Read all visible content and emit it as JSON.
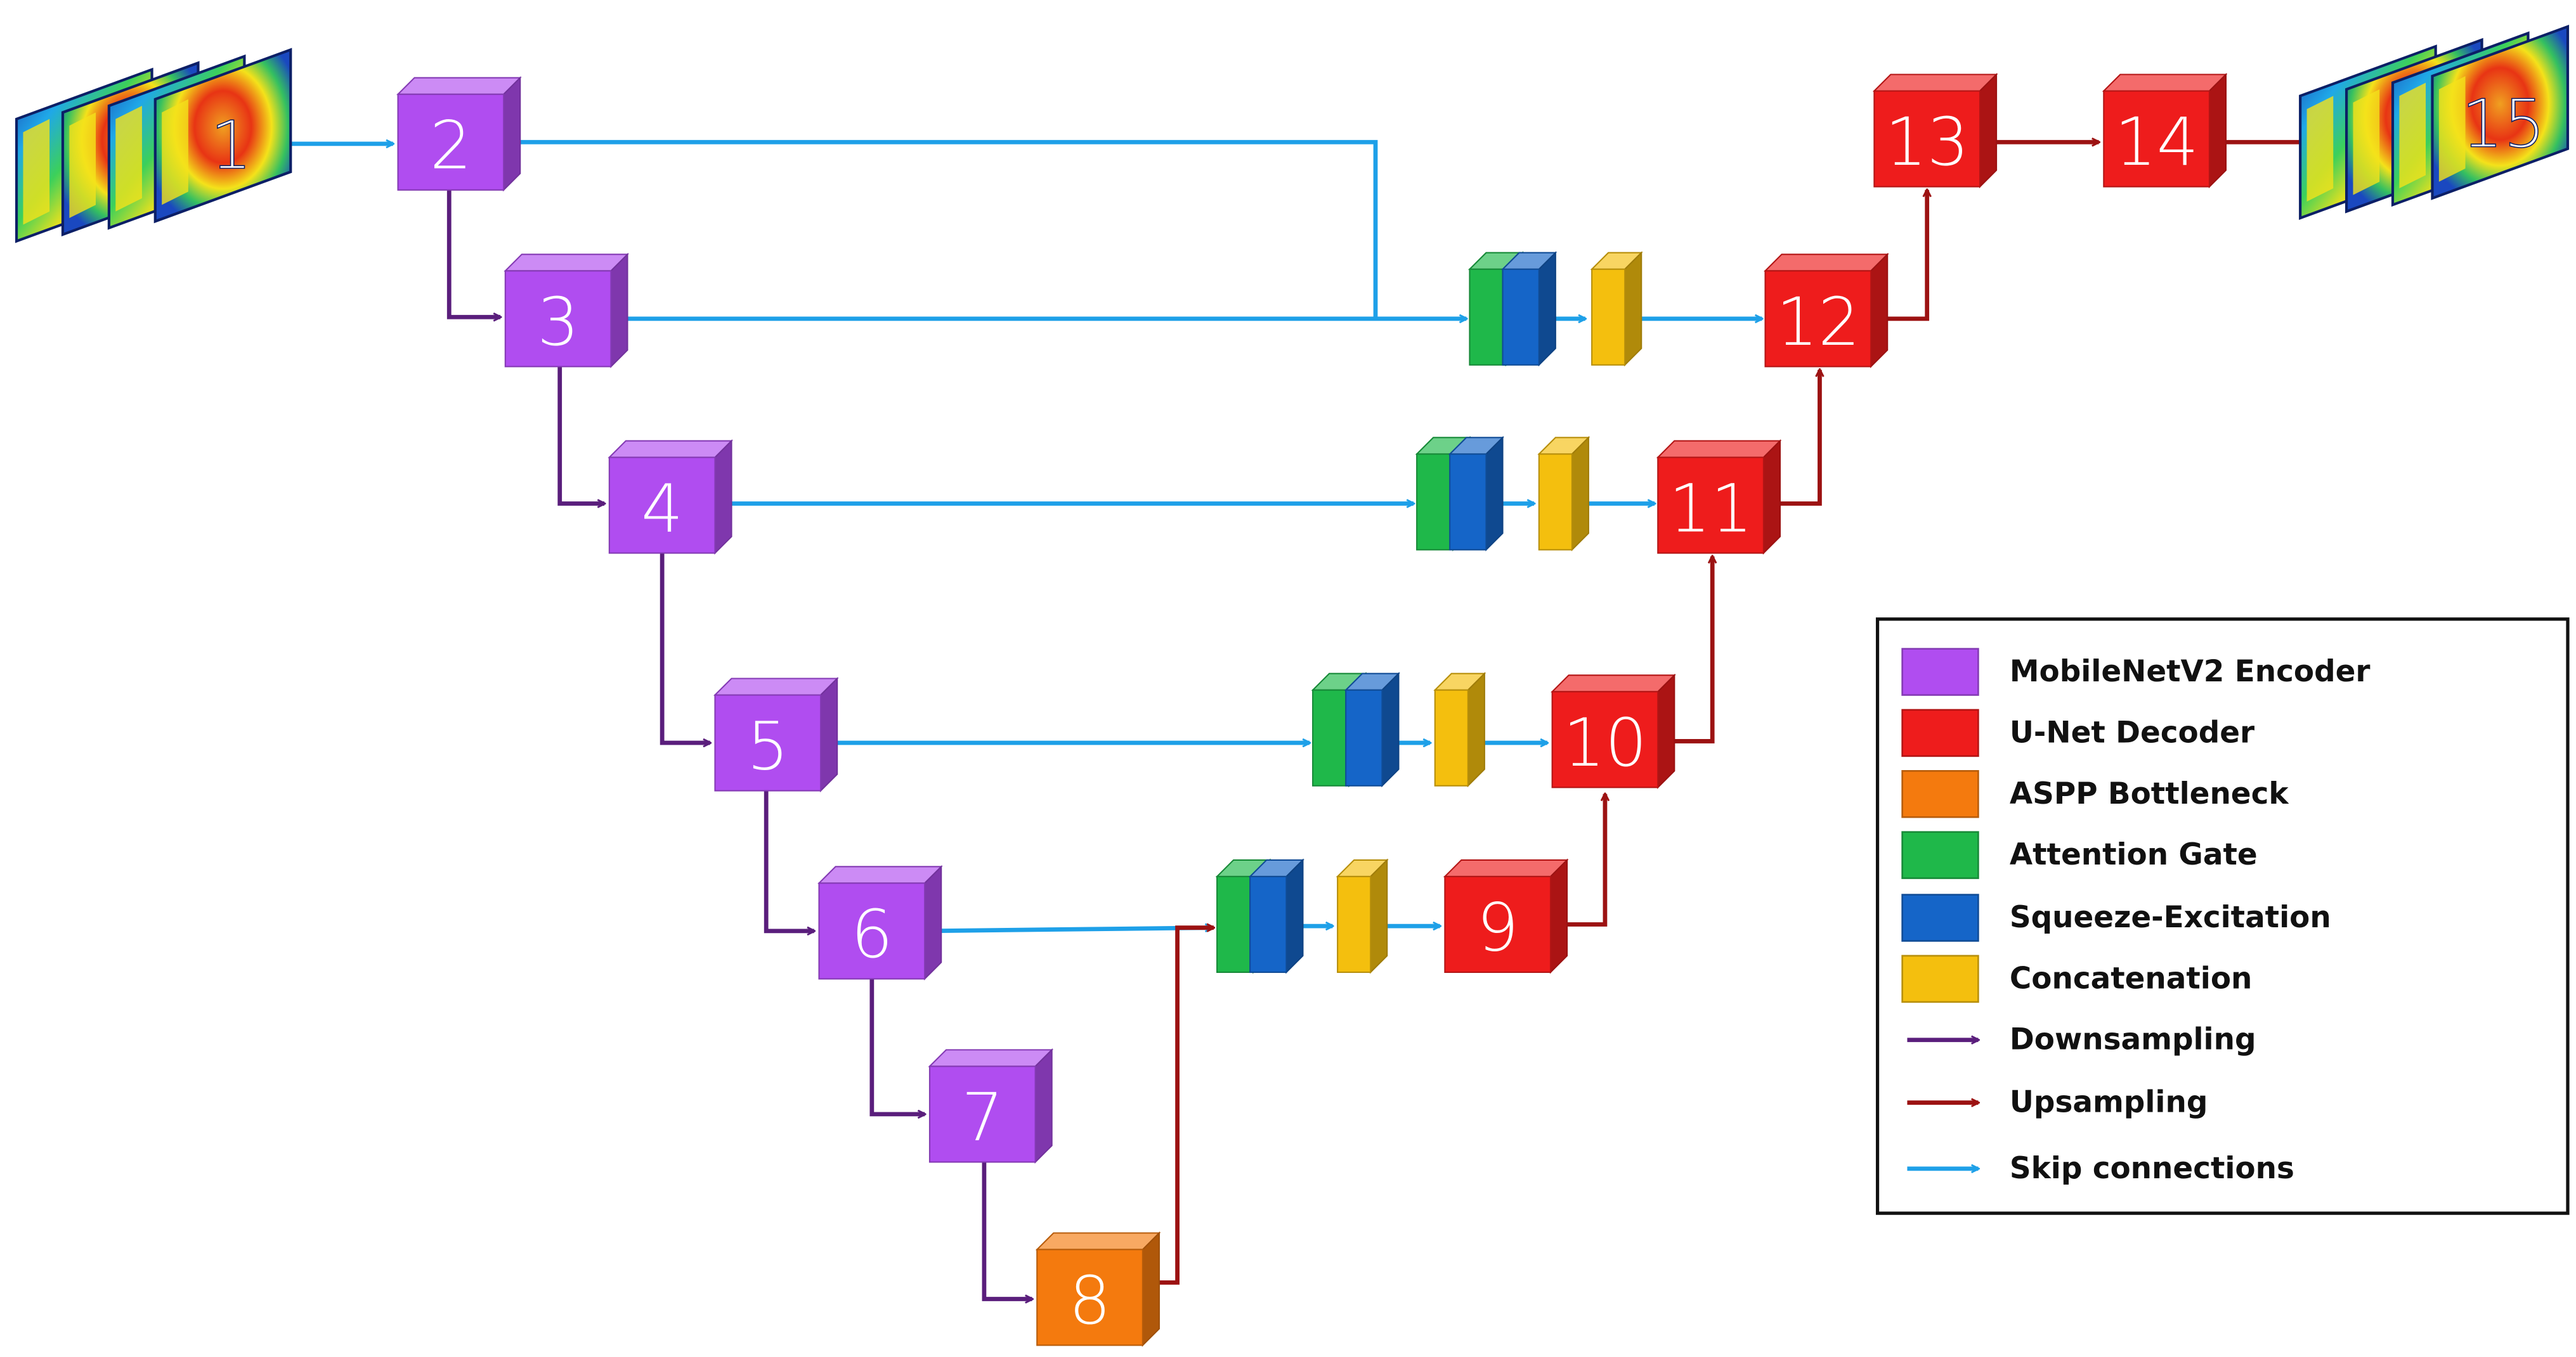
{
  "colors": {
    "encoder": "#b04df0",
    "decoder": "#ee1c1c",
    "bottleneck": "#f47a0e",
    "attention": "#1fb84a",
    "se": "#1565c8",
    "concat": "#f4bf0e",
    "down": "#5a1e7c",
    "up": "#9c1212",
    "skip": "#1ea0e8"
  },
  "nodes": [
    {
      "id": "1",
      "label": "1",
      "kind": "input"
    },
    {
      "id": "2",
      "label": "2",
      "kind": "encoder"
    },
    {
      "id": "3",
      "label": "3",
      "kind": "encoder"
    },
    {
      "id": "4",
      "label": "4",
      "kind": "encoder"
    },
    {
      "id": "5",
      "label": "5",
      "kind": "encoder"
    },
    {
      "id": "6",
      "label": "6",
      "kind": "encoder"
    },
    {
      "id": "7",
      "label": "7",
      "kind": "encoder"
    },
    {
      "id": "8",
      "label": "8",
      "kind": "bottleneck"
    },
    {
      "id": "9",
      "label": "9",
      "kind": "decoder"
    },
    {
      "id": "10",
      "label": "10",
      "kind": "decoder"
    },
    {
      "id": "11",
      "label": "11",
      "kind": "decoder"
    },
    {
      "id": "12",
      "label": "12",
      "kind": "decoder"
    },
    {
      "id": "13",
      "label": "13",
      "kind": "decoder"
    },
    {
      "id": "14",
      "label": "14",
      "kind": "decoder"
    },
    {
      "id": "15",
      "label": "15",
      "kind": "output"
    }
  ],
  "legend": {
    "items": [
      {
        "label": "MobileNetV2 Encoder",
        "swatch": "encoder",
        "type": "box"
      },
      {
        "label": "U-Net Decoder",
        "swatch": "decoder",
        "type": "box"
      },
      {
        "label": "ASPP Bottleneck",
        "swatch": "bottleneck",
        "type": "box"
      },
      {
        "label": "Attention Gate",
        "swatch": "attention",
        "type": "box"
      },
      {
        "label": "Squeeze-Excitation",
        "swatch": "se",
        "type": "box"
      },
      {
        "label": "Concatenation",
        "swatch": "concat",
        "type": "box"
      },
      {
        "label": "Downsampling",
        "swatch": "down",
        "type": "arrow"
      },
      {
        "label": "Upsampling",
        "swatch": "up",
        "type": "arrow"
      },
      {
        "label": "Skip connections",
        "swatch": "skip",
        "type": "arrow"
      }
    ]
  }
}
